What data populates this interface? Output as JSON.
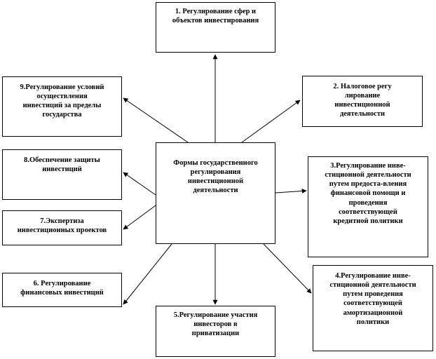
{
  "diagram": {
    "center": "Формы государственного\nрегулирования\nинвестиционной\nдеятельности",
    "nodes": [
      "1. Регулирование сфер и\nобъектов инвестирования",
      "2. Налоговое регу\nлирование\nинвестиционной\nдеятельности",
      "3.Регулирование инве-\nстиционной деятельности\nпутем предоста-вления\nфинансовой помощи и\nпроведения\nсоответствующей\nкредитной политики",
      "4.Регулирование инве-\nстиционной деятельности\nпутем проведения\nсоответствующей\nамортизационной\nполитики",
      "5.Регулирование участия\nинвесторов в\nприватизации",
      "6. Регулирование\nфинансовых инвестиций",
      "7.Экспертиза\nинвестиционных  проектов",
      "8.Обеспечение защиты\nинвестиций",
      "9.Регулирование условий\nосуществления\nинвестиций за пределы\nгосударства"
    ]
  }
}
